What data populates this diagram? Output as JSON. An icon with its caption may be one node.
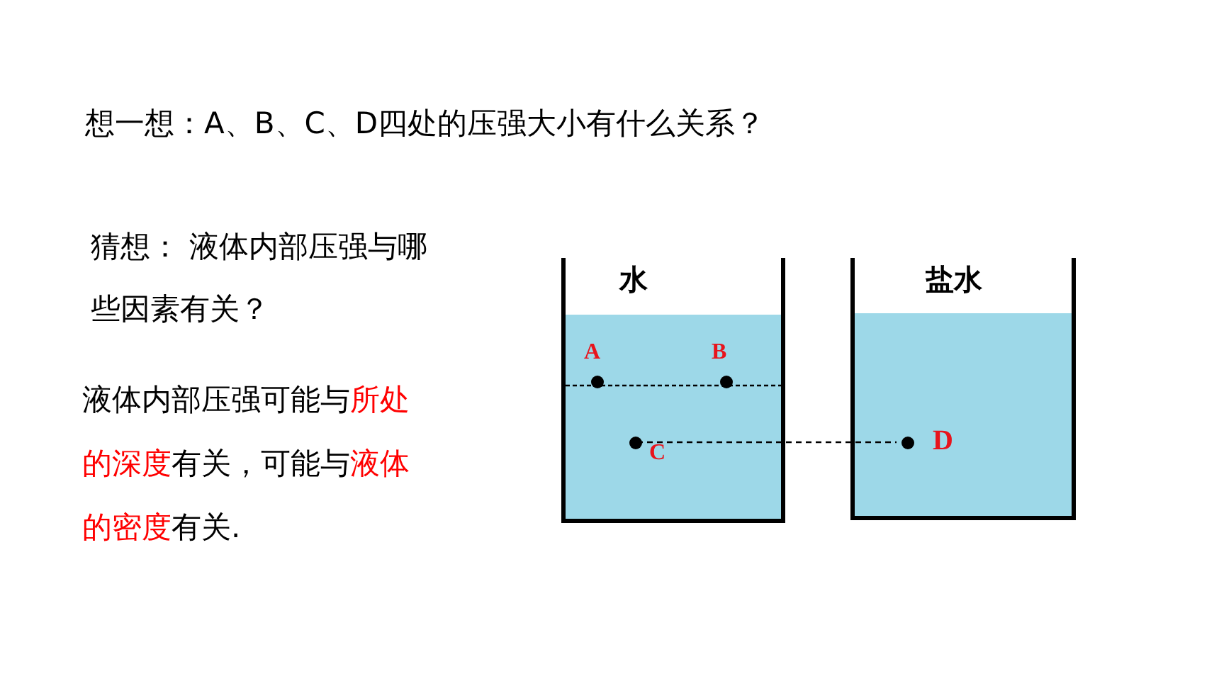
{
  "diagram": {
    "title": "想一想：A、B、C、D四处的压强大小有什么关系？",
    "nodes": [
      {
        "text": [
          "水"
        ]
      },
      {
        "text": [
          "盐水"
        ]
      },
      {
        "text": [],
        "shape": "circle",
        "beside": [
          "A"
        ],
        "in": 0
      },
      {
        "text": [],
        "shape": "circle",
        "beside": [
          "B"
        ],
        "in": 0
      },
      {
        "text": [],
        "shape": "circle",
        "beside": [
          "C"
        ],
        "in": 0
      },
      {
        "text": [],
        "shape": "circle",
        "beside": [
          "D"
        ],
        "in": 1
      }
    ],
    "edges": [
      {
        "from": 4,
        "to": 5,
        "arrow": "none",
        "style": "dashed"
      }
    ],
    "labels": [
      "猜想： 液体内部压强与哪些因素有关？",
      "液体内部压强可能与**所处的深度**有关，可能与**液体的密度**有关."
    ]
  }
}
